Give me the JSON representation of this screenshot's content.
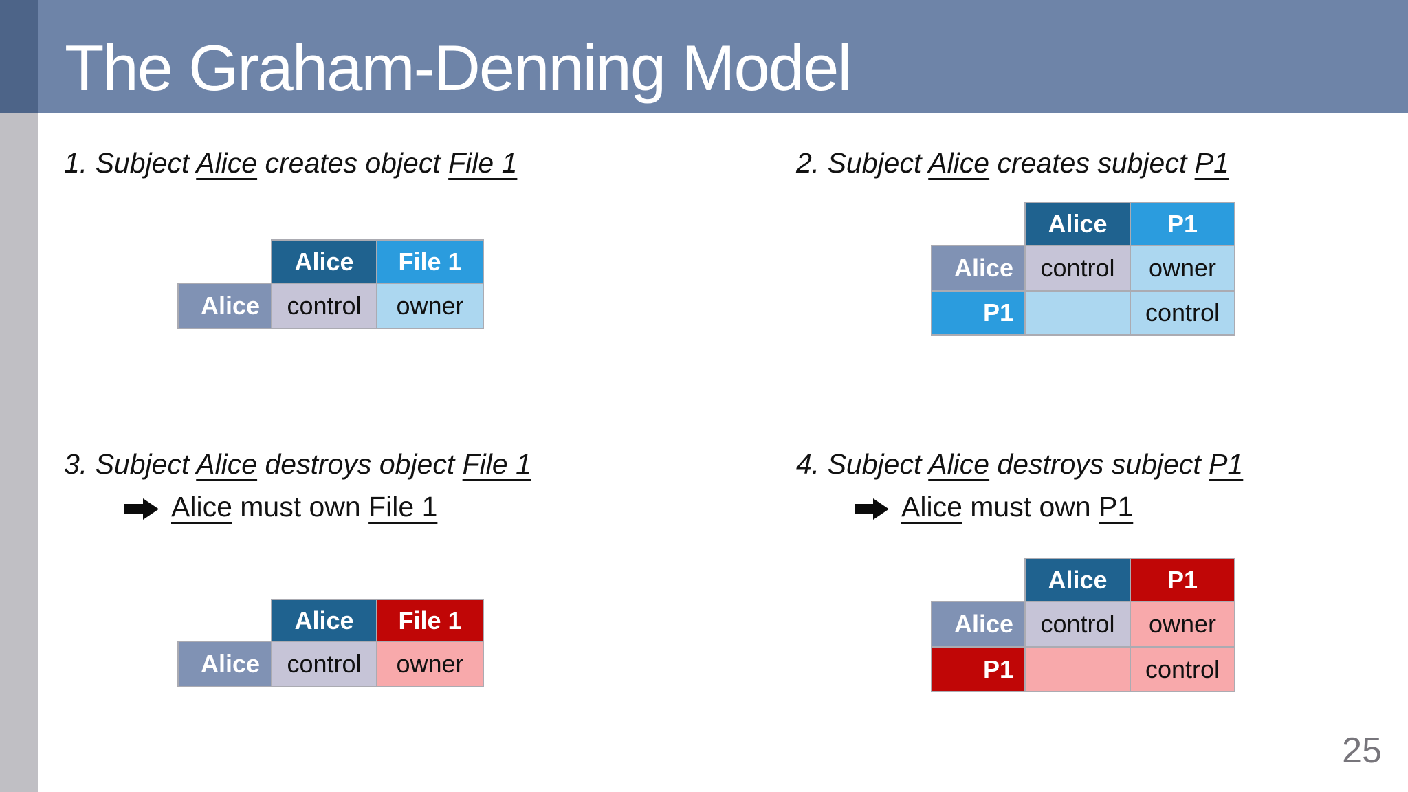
{
  "slide": {
    "title": "The Graham-Denning Model",
    "page_number": "25",
    "colors": {
      "header_band": "#6E84A8",
      "header_corner": "#4D6488",
      "side_strip": "#C0BFC4",
      "cell_teal": "#1F628F",
      "cell_bright_blue": "#2B9CDE",
      "cell_slate": "#8092B4",
      "cell_lavender": "#C6C4D7",
      "cell_light_blue": "#ACD7F0",
      "cell_red": "#C00606",
      "cell_pink": "#F8A9AB",
      "grid_line": "#ABABB2",
      "title_text": "#FFFFFF",
      "body_text": "#121212",
      "page_number_text": "#77757B"
    }
  },
  "items": [
    {
      "heading": [
        {
          "t": "1. Subject "
        },
        {
          "t": "Alice",
          "u": true
        },
        {
          "t": " creates object "
        },
        {
          "t": "File 1",
          "u": true
        }
      ],
      "table": {
        "col_headers": [
          {
            "label": "Alice",
            "color": "teal"
          },
          {
            "label": "File 1",
            "color": "bright_blue"
          }
        ],
        "rows": [
          {
            "header": {
              "label": "Alice",
              "color": "slate"
            },
            "cells": [
              {
                "label": "control",
                "color": "lavender"
              },
              {
                "label": "owner",
                "color": "light_blue"
              }
            ]
          }
        ]
      }
    },
    {
      "heading": [
        {
          "t": "2. Subject "
        },
        {
          "t": "Alice",
          "u": true
        },
        {
          "t": " creates subject "
        },
        {
          "t": "P1",
          "u": true
        }
      ],
      "table": {
        "col_headers": [
          {
            "label": "Alice",
            "color": "teal"
          },
          {
            "label": "P1",
            "color": "bright_blue"
          }
        ],
        "rows": [
          {
            "header": {
              "label": "Alice",
              "color": "slate"
            },
            "cells": [
              {
                "label": "control",
                "color": "lavender"
              },
              {
                "label": "owner",
                "color": "light_blue"
              }
            ]
          },
          {
            "header": {
              "label": "P1",
              "color": "bright_blue"
            },
            "cells": [
              {
                "label": "",
                "color": "light_blue"
              },
              {
                "label": "control",
                "color": "light_blue"
              }
            ]
          }
        ]
      }
    },
    {
      "heading": [
        {
          "t": "3. Subject "
        },
        {
          "t": "Alice",
          "u": true
        },
        {
          "t": " destroys object "
        },
        {
          "t": "File 1",
          "u": true
        }
      ],
      "note_icon": "arrow-right-icon",
      "note": [
        {
          "t": "Alice",
          "u": true
        },
        {
          "t": " must own "
        },
        {
          "t": "File 1",
          "u": true
        }
      ],
      "table": {
        "col_headers": [
          {
            "label": "Alice",
            "color": "teal"
          },
          {
            "label": "File 1",
            "color": "red"
          }
        ],
        "rows": [
          {
            "header": {
              "label": "Alice",
              "color": "slate"
            },
            "cells": [
              {
                "label": "control",
                "color": "lavender"
              },
              {
                "label": "owner",
                "color": "pink"
              }
            ]
          }
        ]
      }
    },
    {
      "heading": [
        {
          "t": "4. Subject "
        },
        {
          "t": "Alice",
          "u": true
        },
        {
          "t": " destroys subject "
        },
        {
          "t": "P1",
          "u": true
        }
      ],
      "note_icon": "arrow-right-icon",
      "note": [
        {
          "t": "Alice",
          "u": true
        },
        {
          "t": " must own "
        },
        {
          "t": "P1",
          "u": true
        }
      ],
      "table": {
        "col_headers": [
          {
            "label": "Alice",
            "color": "teal"
          },
          {
            "label": "P1",
            "color": "red"
          }
        ],
        "rows": [
          {
            "header": {
              "label": "Alice",
              "color": "slate"
            },
            "cells": [
              {
                "label": "control",
                "color": "lavender"
              },
              {
                "label": "owner",
                "color": "pink"
              }
            ]
          },
          {
            "header": {
              "label": "P1",
              "color": "red"
            },
            "cells": [
              {
                "label": "",
                "color": "pink"
              },
              {
                "label": "control",
                "color": "pink"
              }
            ]
          }
        ]
      }
    }
  ]
}
